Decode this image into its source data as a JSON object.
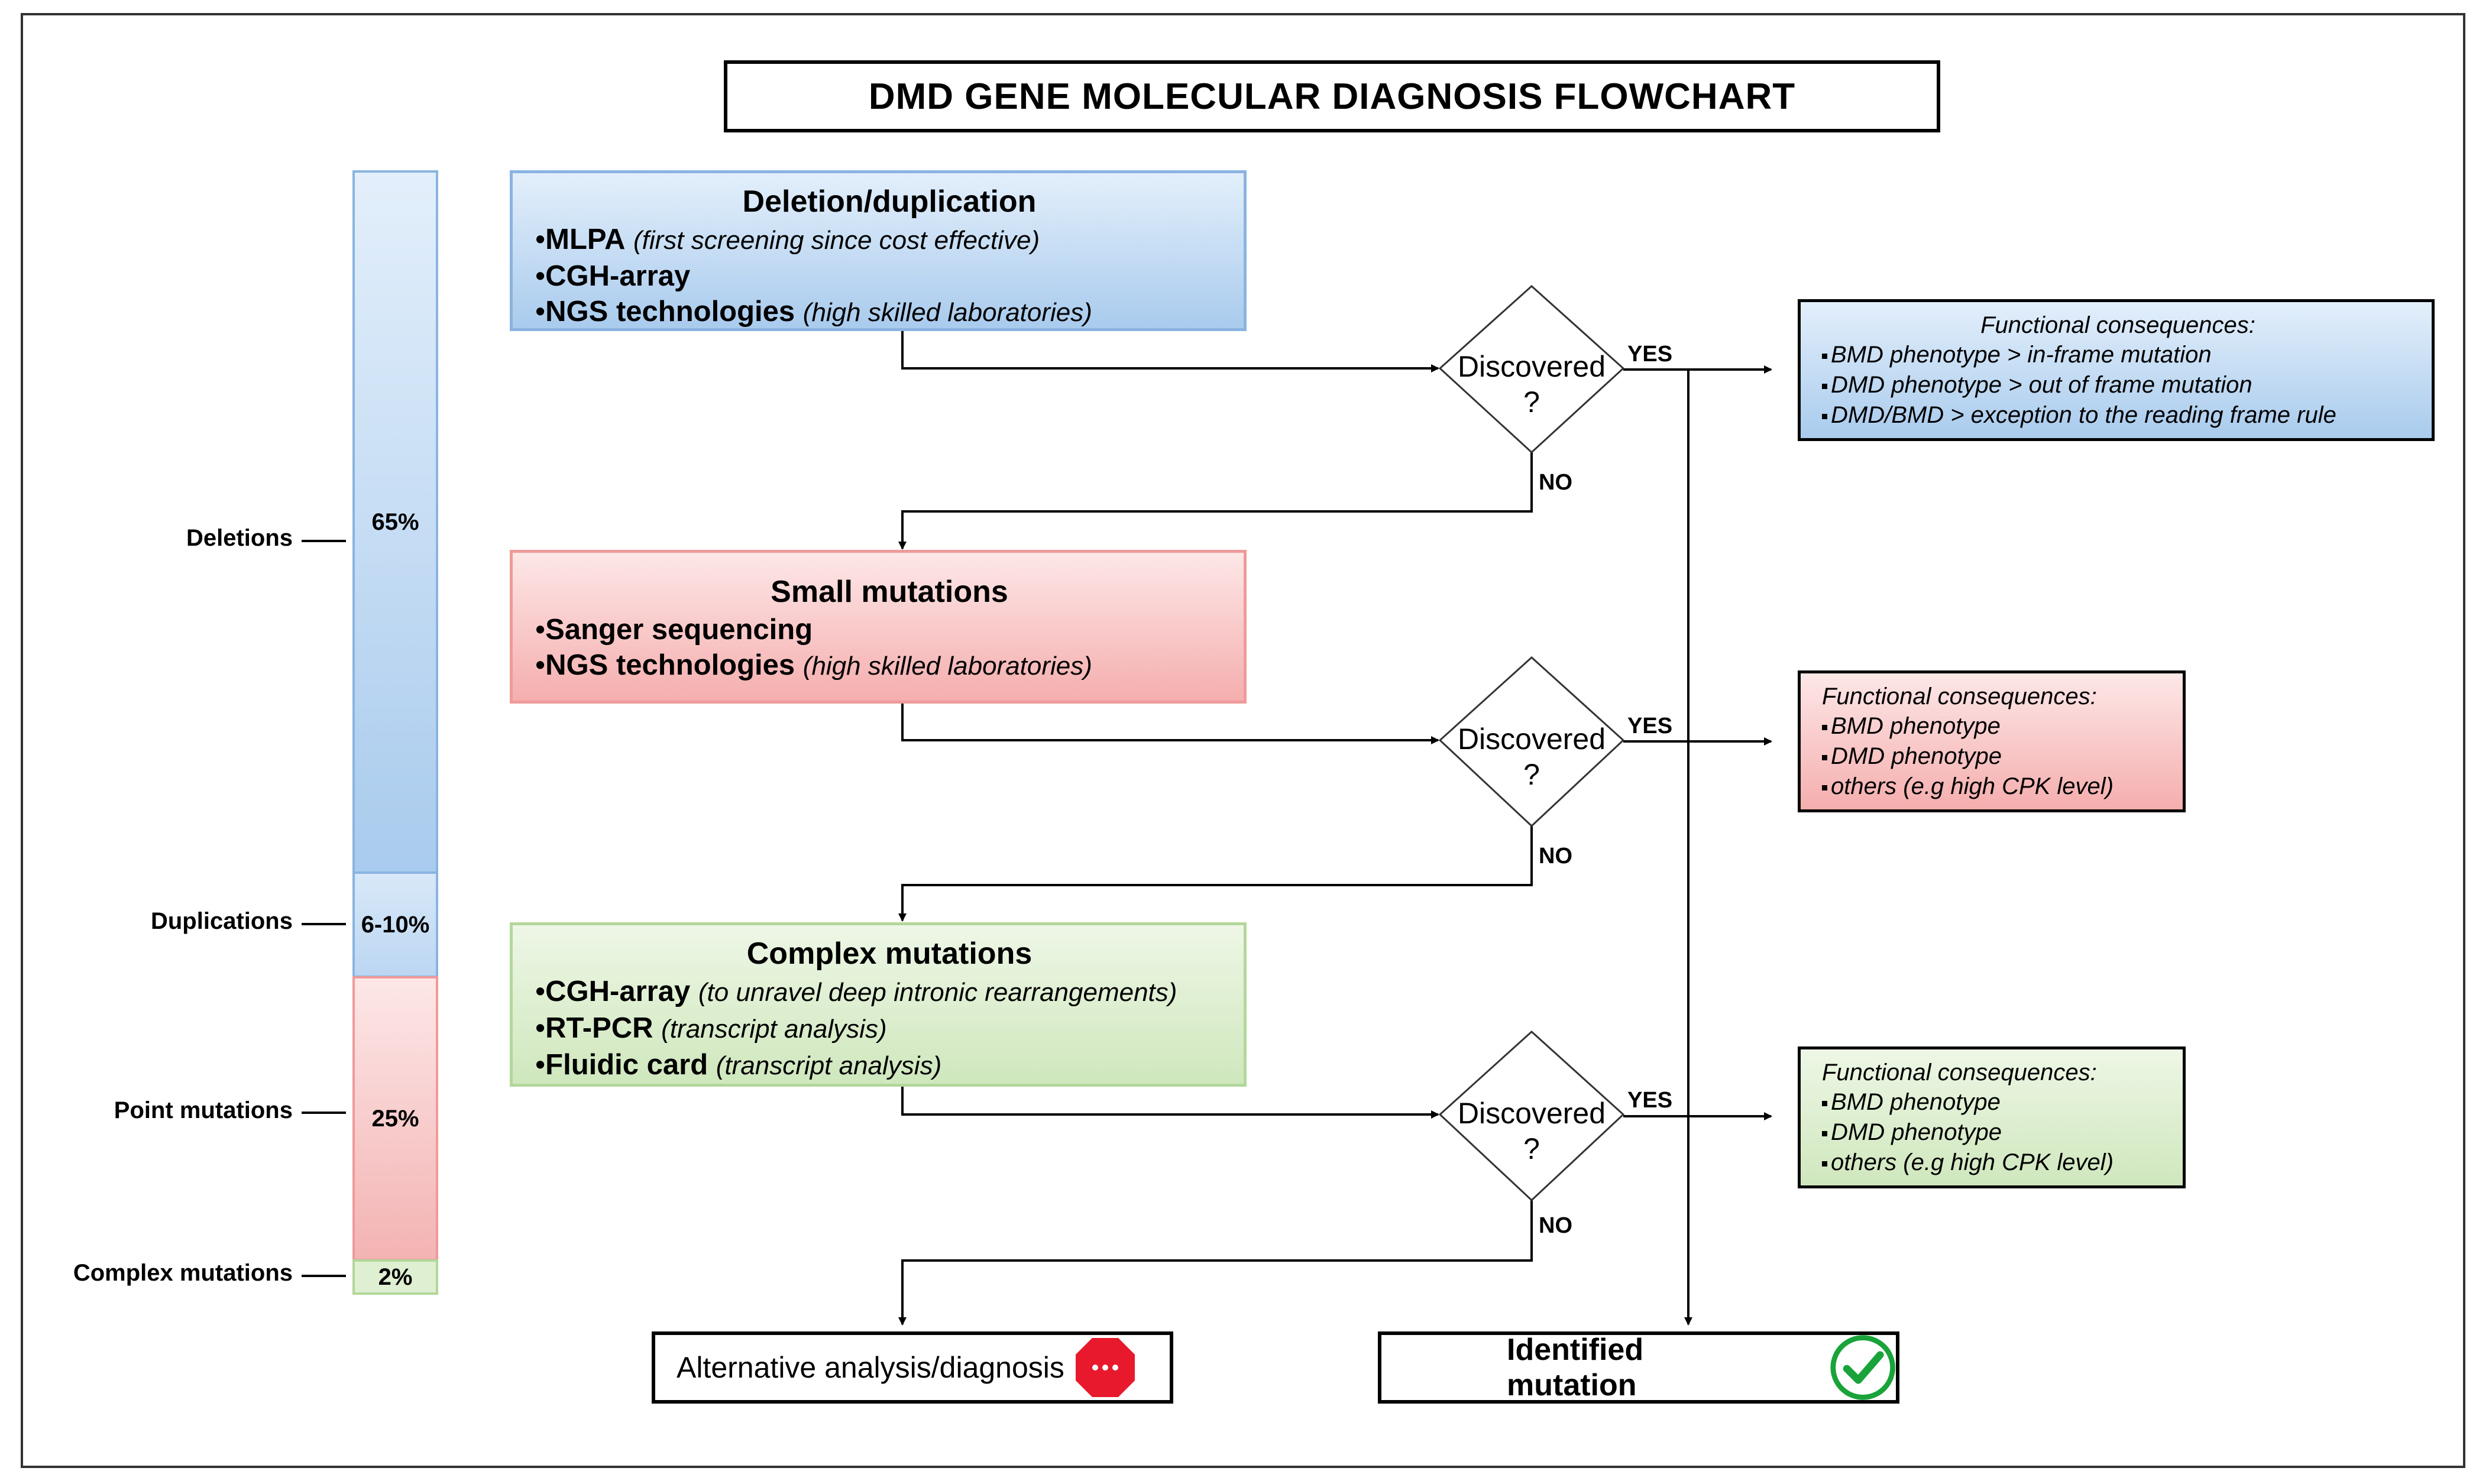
{
  "title": "DMD GENE MOLECULAR DIAGNOSIS FLOWCHART",
  "frequency_bar": {
    "segments": [
      {
        "label": "Deletions",
        "value": "65%",
        "color": "#bcd6f2"
      },
      {
        "label": "Duplications",
        "value": "6-10%",
        "color": "#bcd6f2"
      },
      {
        "label": "Point mutations",
        "value": "25%",
        "color": "#f7c4c4"
      },
      {
        "label": "Complex mutations",
        "value": "2%",
        "color": "#d7ecc8"
      }
    ]
  },
  "methods": [
    {
      "title": "Deletion/duplication",
      "color": "blue",
      "items": [
        {
          "name": "MLPA",
          "note": "(first screening since cost effective)"
        },
        {
          "name": "CGH-array",
          "note": ""
        },
        {
          "name": "NGS technologies",
          "note": "(high skilled laboratories)"
        }
      ]
    },
    {
      "title": "Small mutations",
      "color": "red",
      "items": [
        {
          "name": "Sanger sequencing",
          "note": ""
        },
        {
          "name": "NGS technologies",
          "note": "(high skilled laboratories)"
        }
      ]
    },
    {
      "title": "Complex mutations",
      "color": "green",
      "items": [
        {
          "name": "CGH-array",
          "note": "(to unravel deep intronic rearrangements)"
        },
        {
          "name": "RT-PCR",
          "note": "(transcript analysis)"
        },
        {
          "name": "Fluidic card",
          "note": "(transcript analysis)"
        }
      ]
    }
  ],
  "decision": {
    "line1": "Discovered",
    "line2": "?",
    "yes": "YES",
    "no": "NO"
  },
  "bullet": "•",
  "consequences": [
    {
      "heading": "Functional consequences:",
      "items": [
        "BMD phenotype > in-frame mutation",
        "DMD phenotype > out of frame mutation",
        "DMD/BMD > exception to the reading frame rule"
      ]
    },
    {
      "heading": "Functional consequences:",
      "items": [
        "BMD phenotype",
        "DMD phenotype",
        "others (e.g high CPK level)"
      ]
    },
    {
      "heading": "Functional consequences:",
      "items": [
        "BMD phenotype",
        "DMD phenotype",
        "others (e.g high CPK level)"
      ]
    }
  ],
  "outcomes": {
    "alternative": {
      "label": "Alternative analysis/diagnosis",
      "icon": "stop-sign-icon",
      "icon_color": "#e8192c",
      "icon_glyph": "···"
    },
    "identified": {
      "label": "Identified mutation",
      "icon": "check-circle-icon",
      "icon_color": "#19a33a"
    }
  }
}
